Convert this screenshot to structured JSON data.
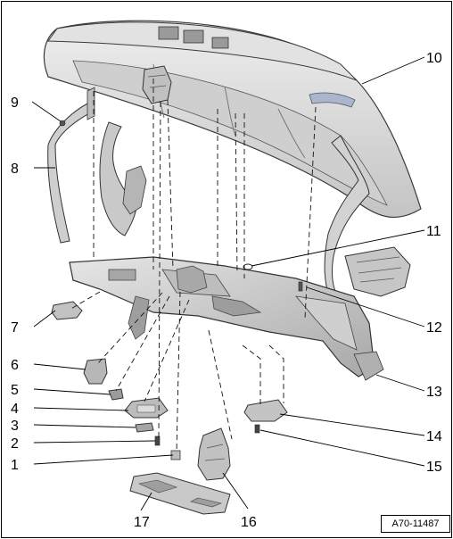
{
  "figure": {
    "reference_code": "A70-11487",
    "callouts": [
      "1",
      "2",
      "3",
      "4",
      "5",
      "6",
      "7",
      "8",
      "9",
      "10",
      "11",
      "12",
      "13",
      "14",
      "15",
      "16",
      "17"
    ]
  },
  "colors": {
    "part_fill": "#d8d8d8",
    "part_shade": "#b5b5b5",
    "part_dark": "#8e8e8e",
    "outline": "#3a3a3a",
    "highlight": "#a9b6cc",
    "leader": "#000000"
  }
}
